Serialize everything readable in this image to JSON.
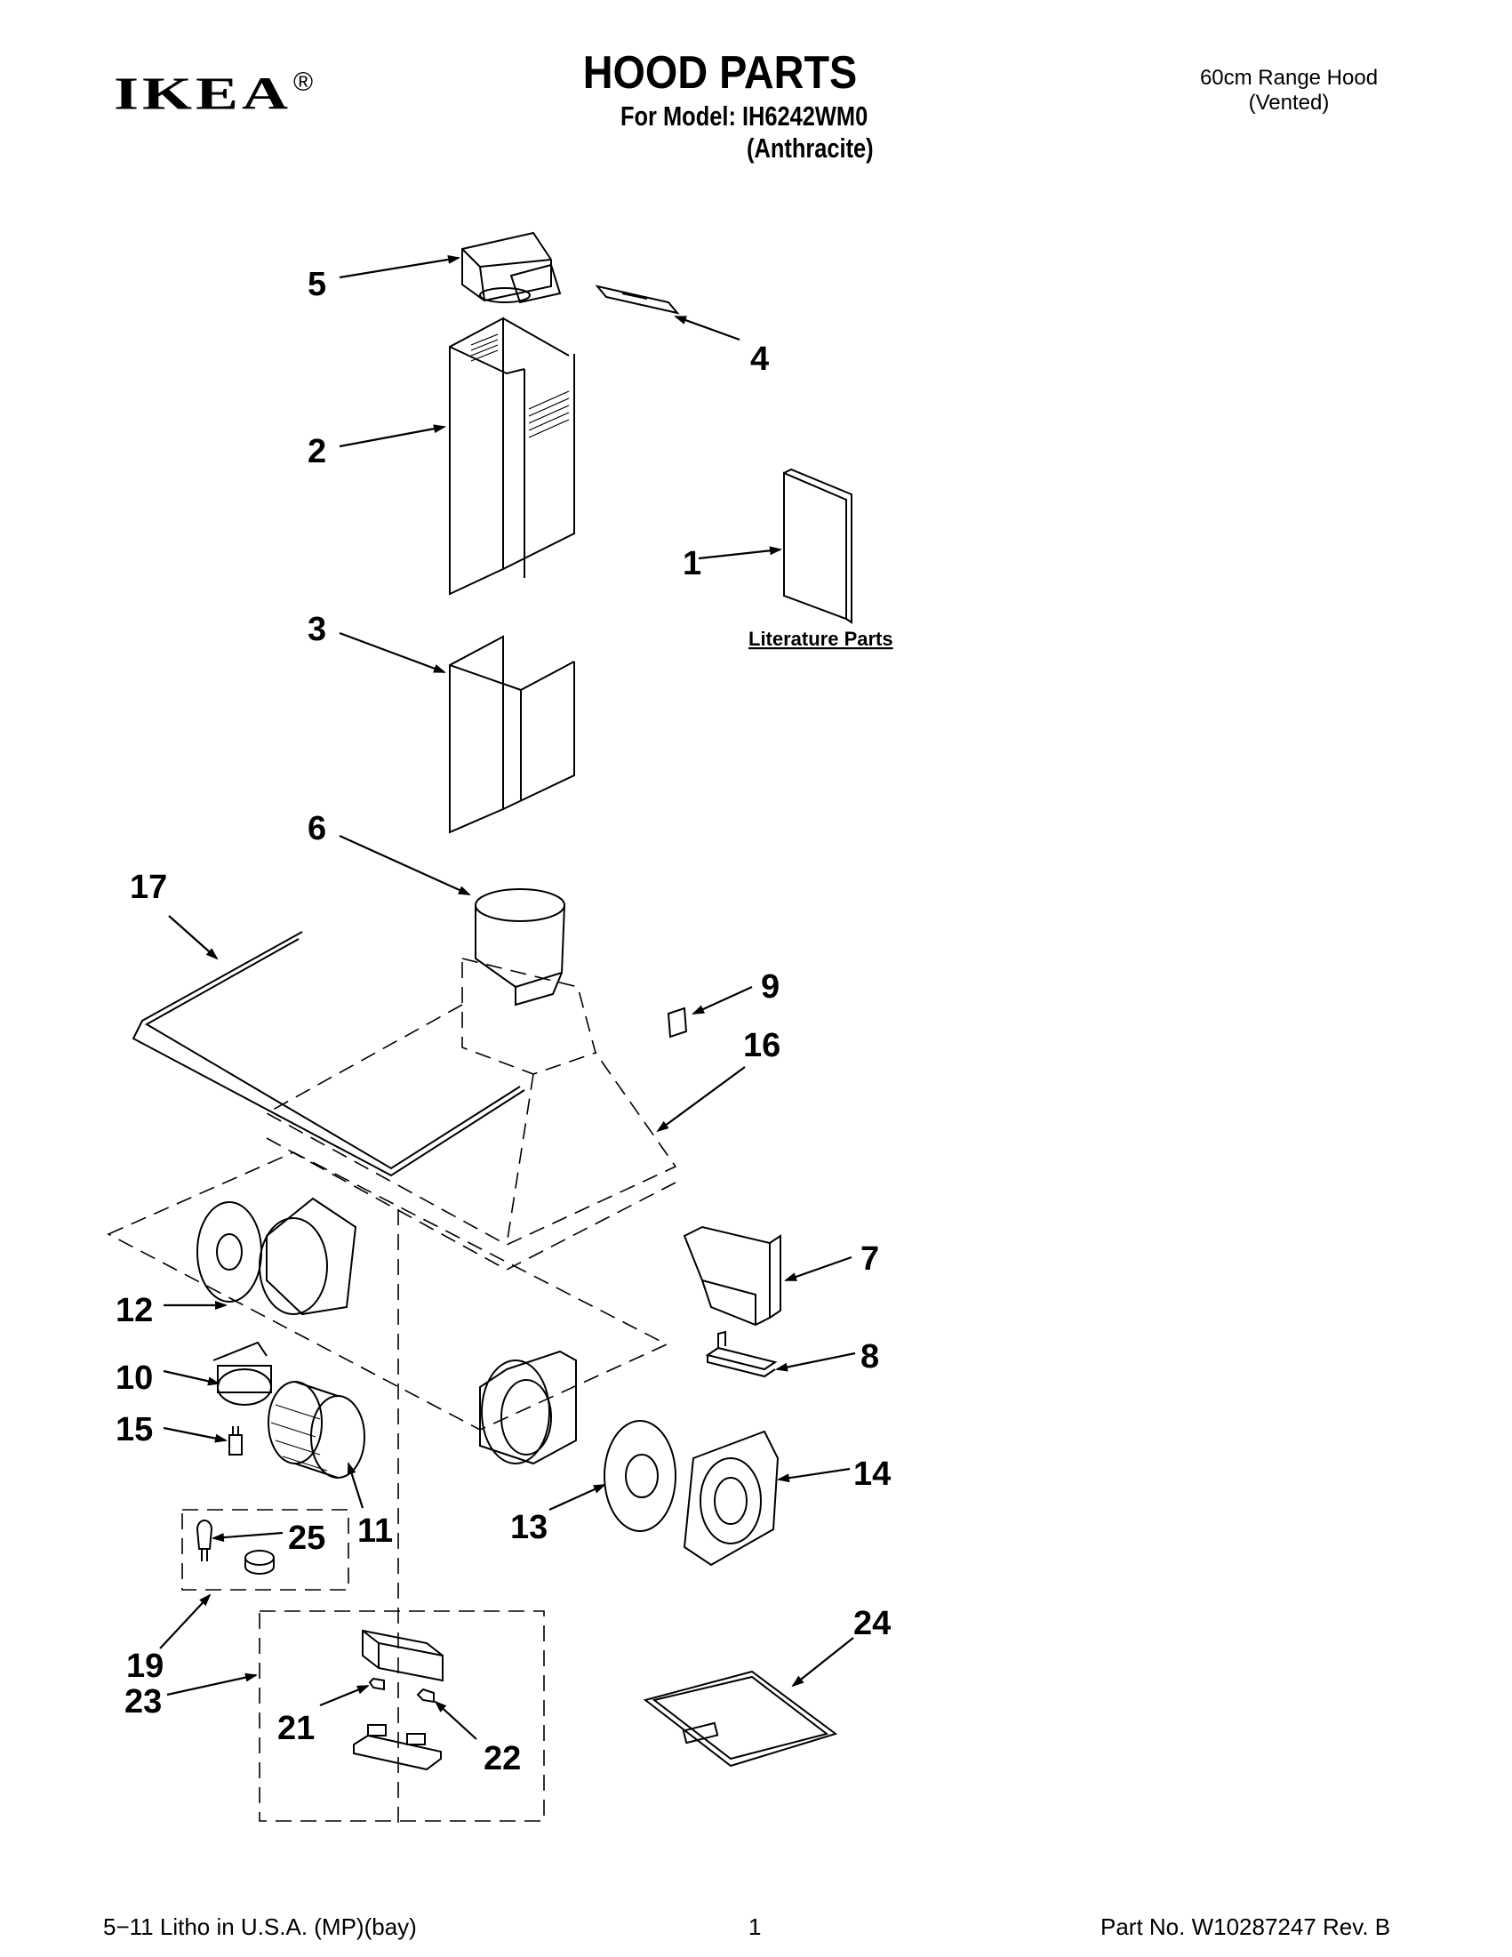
{
  "header": {
    "brand": "IKEA",
    "brand_mark": "®",
    "title": "HOOD PARTS",
    "model_line": "For Model: IH6242WM0",
    "finish_line": "(Anthracite)",
    "product_line1": "60cm Range Hood",
    "product_line2": "(Vented)"
  },
  "diagram": {
    "literature_label": "Literature Parts",
    "callouts": [
      "1",
      "2",
      "3",
      "4",
      "5",
      "6",
      "7",
      "8",
      "9",
      "10",
      "11",
      "12",
      "13",
      "14",
      "15",
      "16",
      "17",
      "19",
      "21",
      "22",
      "23",
      "24",
      "25"
    ]
  },
  "footer": {
    "print_info": "5−11 Litho in U.S.A. (MP)(bay)",
    "page_number": "1",
    "part_number": "Part No. W10287247 Rev. B"
  }
}
